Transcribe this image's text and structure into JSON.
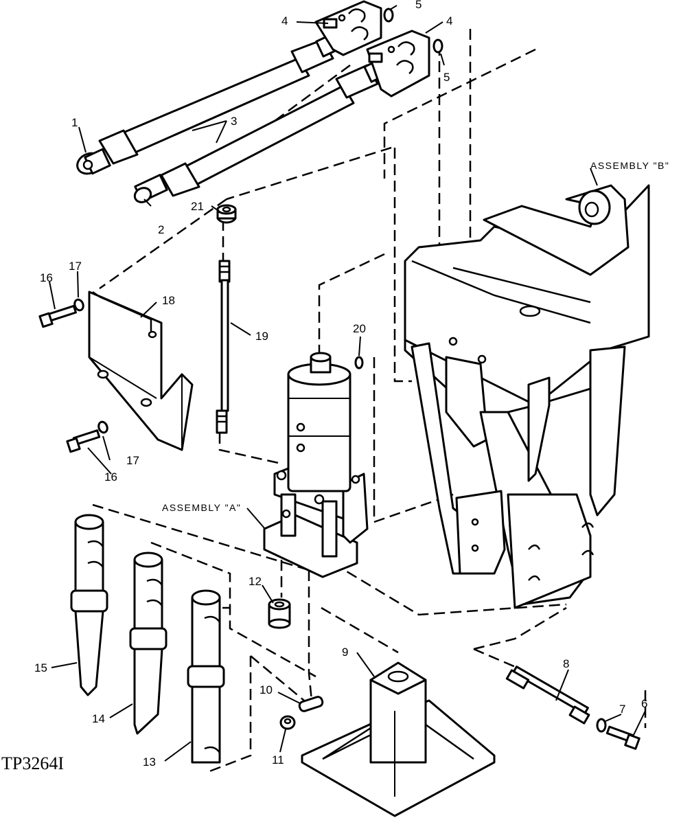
{
  "figure_id": "TP3264I",
  "assembly_labels": {
    "a": "ASSEMBLY \"A\"",
    "b": "ASSEMBLY \"B\""
  },
  "callouts": {
    "c1": "1",
    "c2": "2",
    "c3": "3",
    "c4a": "4",
    "c4b": "4",
    "c5a": "5",
    "c5b": "5",
    "c6": "6",
    "c7": "7",
    "c8": "8",
    "c9": "9",
    "c10": "10",
    "c11": "11",
    "c12": "12",
    "c13": "13",
    "c14": "14",
    "c15": "15",
    "c16a": "16",
    "c16b": "16",
    "c17a": "17",
    "c17b": "17",
    "c18": "18",
    "c19": "19",
    "c20": "20",
    "c21": "21"
  }
}
